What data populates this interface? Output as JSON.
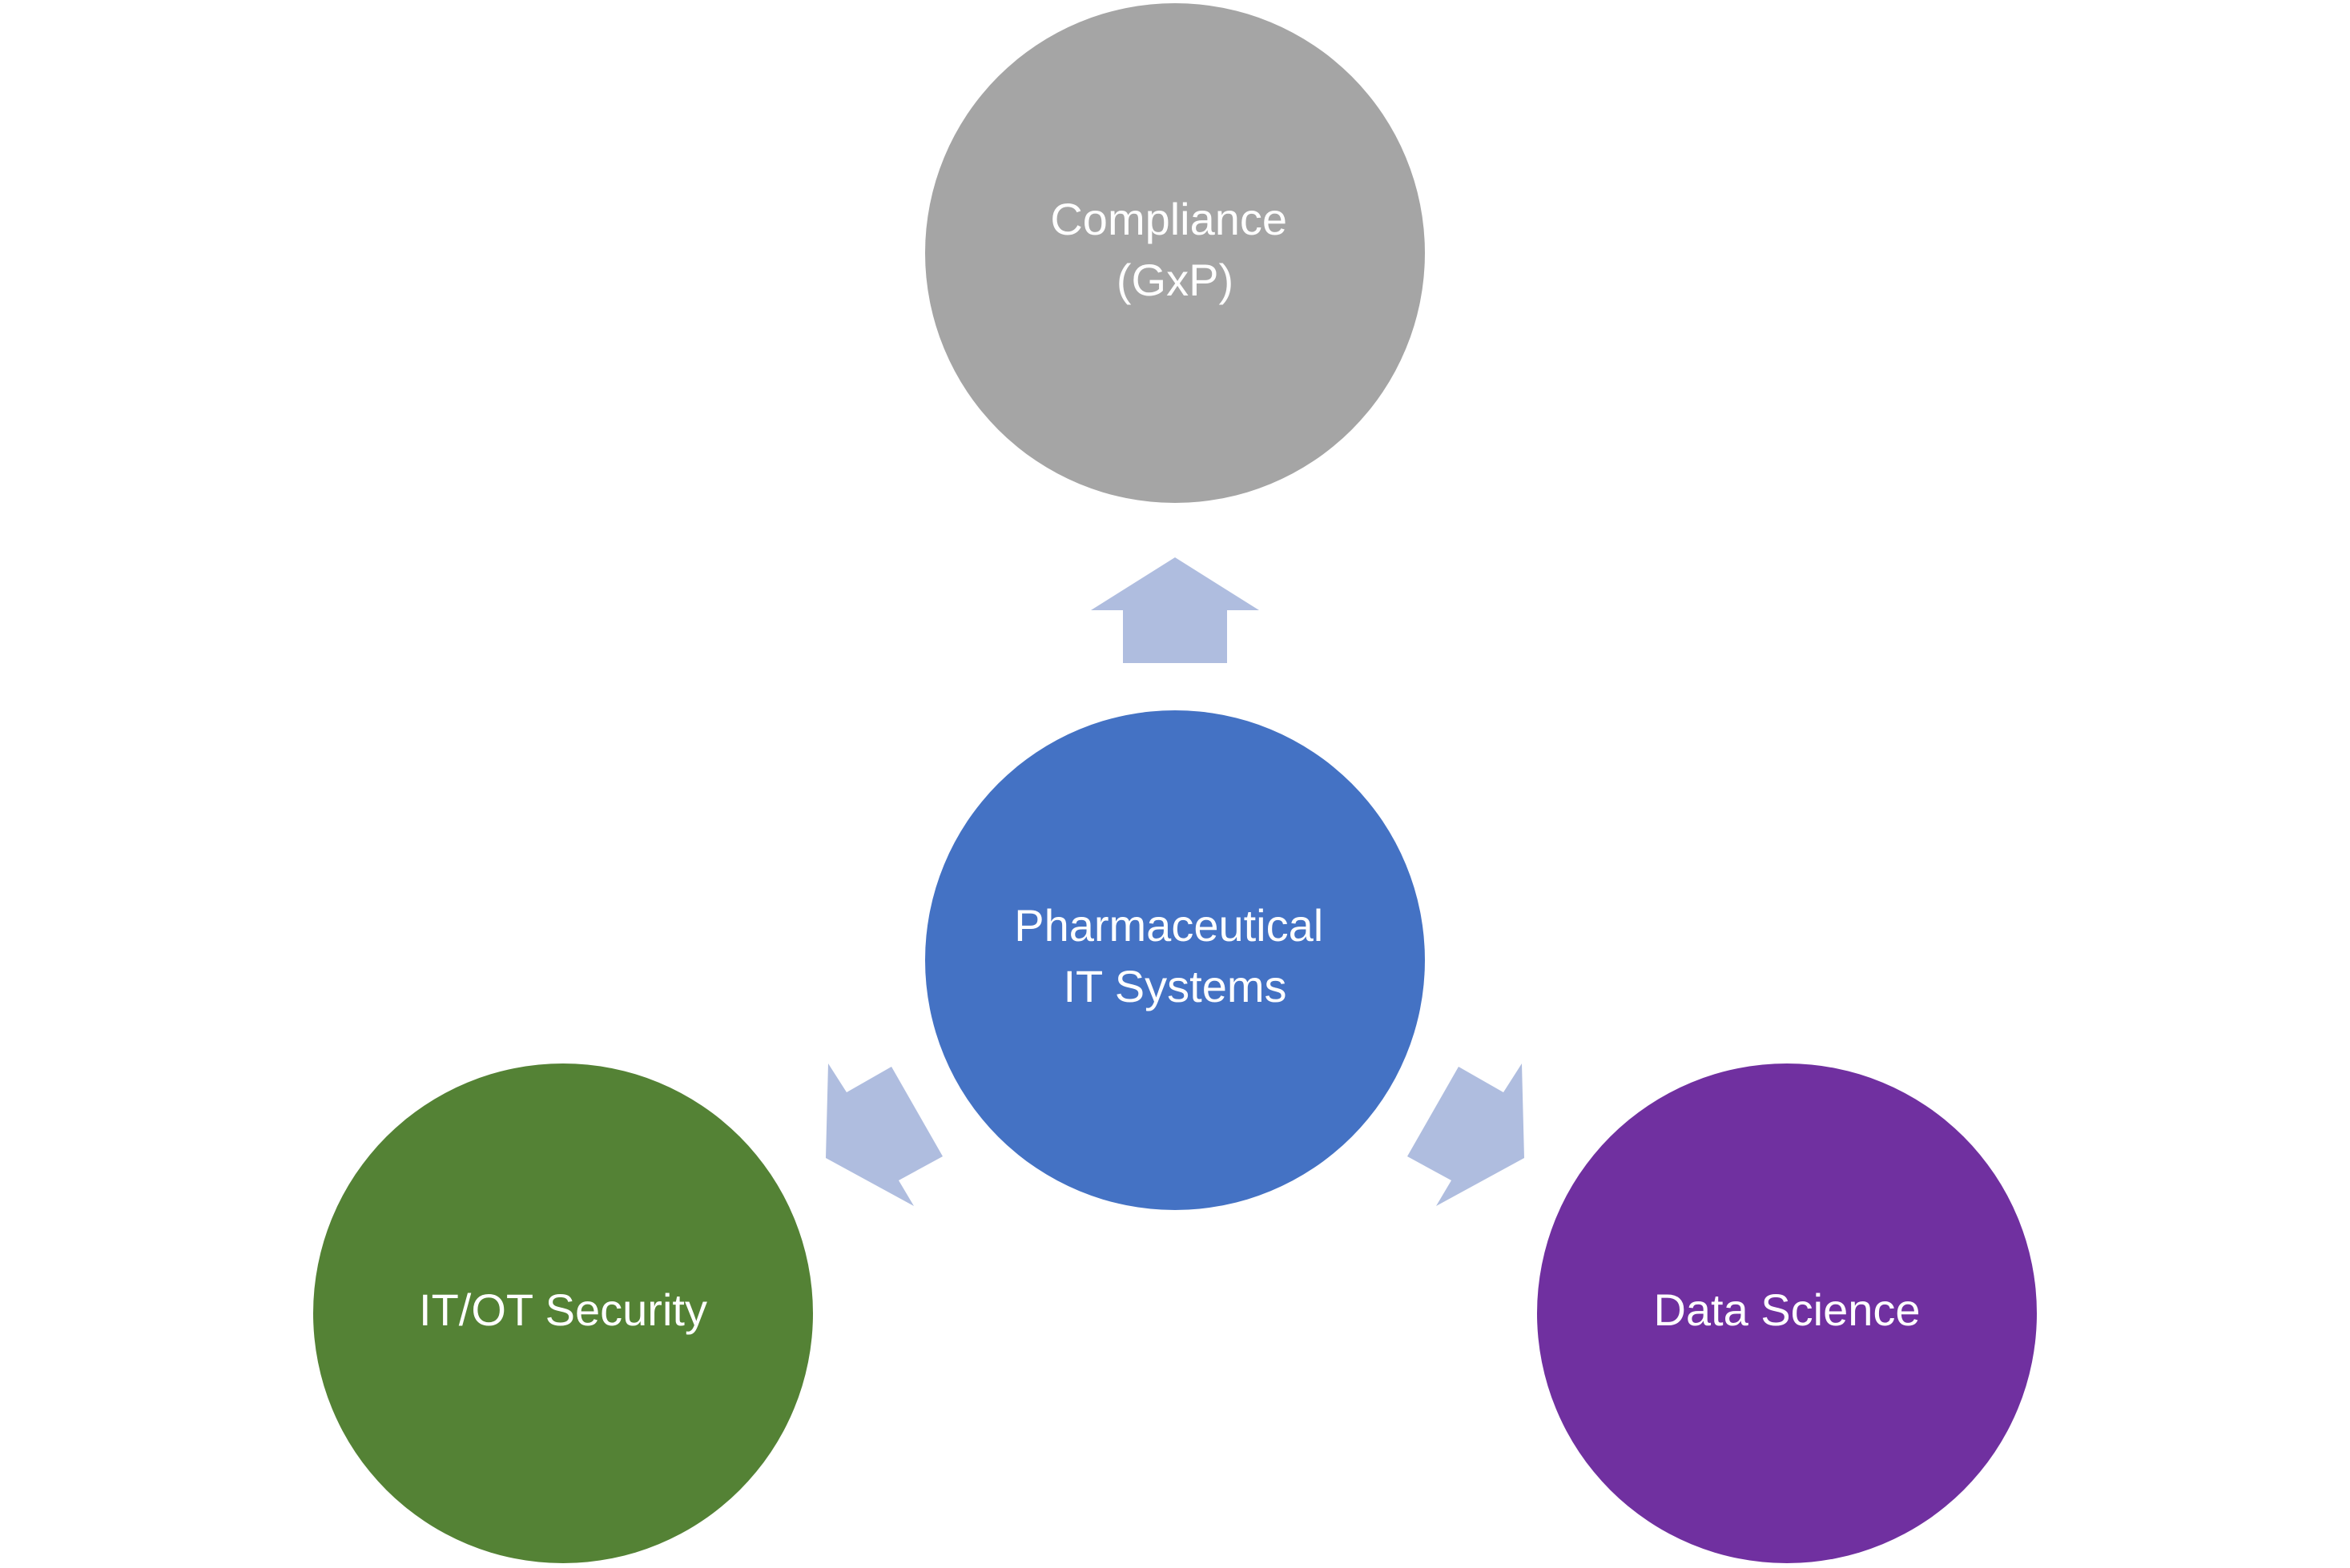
{
  "nodes": {
    "center": {
      "lines": [
        "Pharmaceutical",
        "IT Systems"
      ],
      "color": "#4472C4"
    },
    "top": {
      "lines": [
        "Compliance",
        "(GxP)"
      ],
      "color": "#A5A5A5"
    },
    "left": {
      "lines": [
        "IT/OT Security"
      ],
      "color": "#548235"
    },
    "right": {
      "lines": [
        "Data Science"
      ],
      "color": "#7030A0"
    }
  },
  "arrow_color": "#AFBDDF"
}
